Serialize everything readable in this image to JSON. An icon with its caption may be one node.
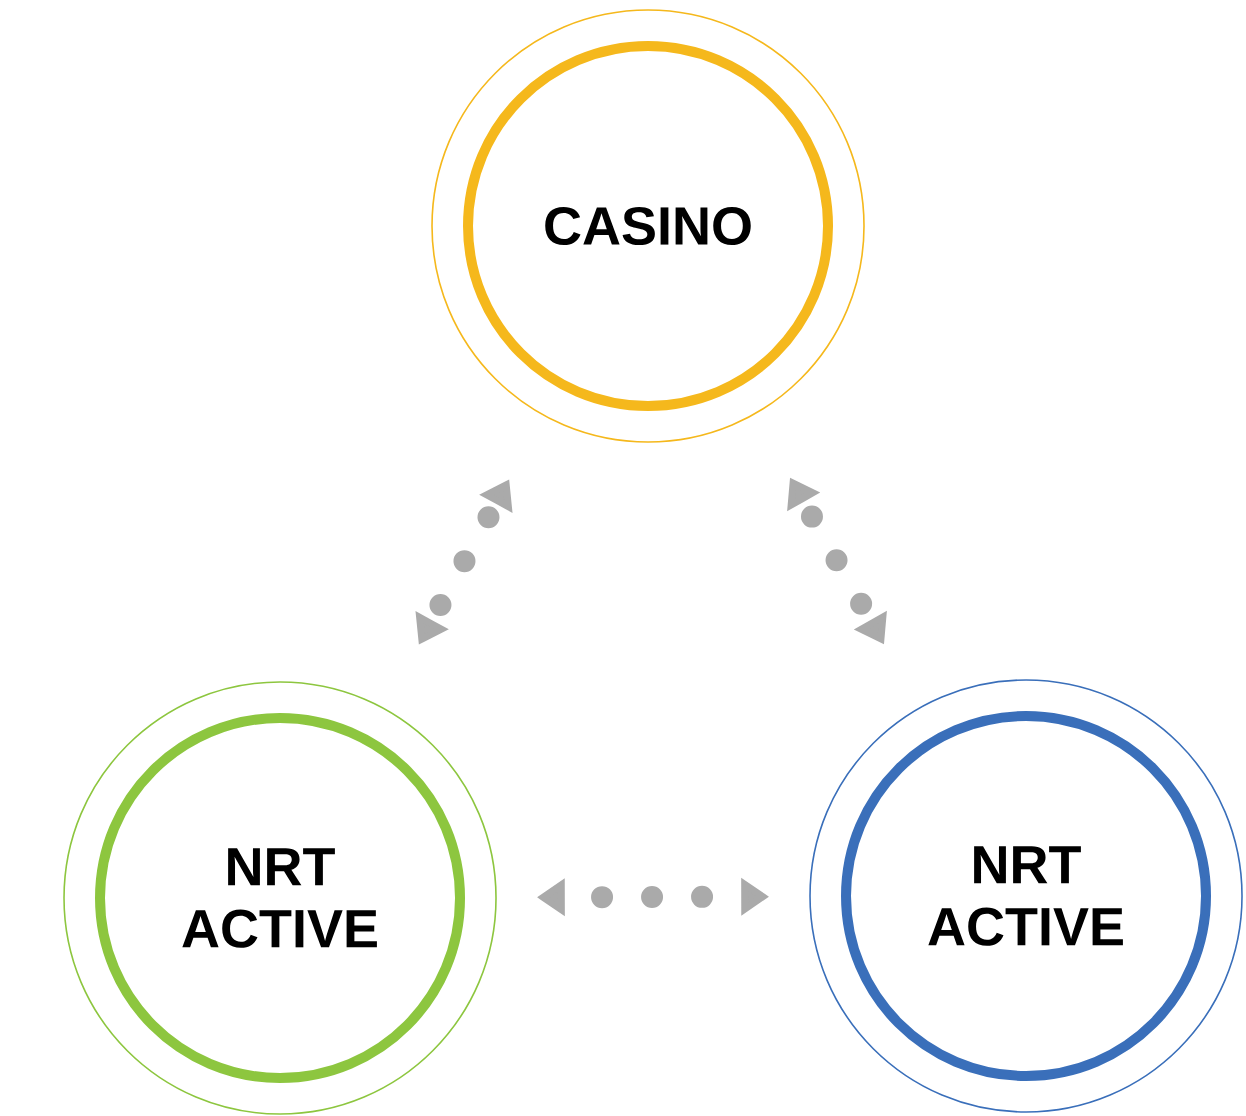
{
  "diagram": {
    "nodes": [
      {
        "text": [
          "CASINO"
        ]
      },
      {
        "text": [
          "NRT ACTIVE"
        ]
      },
      {
        "text": [
          "NRT ACTIVE"
        ]
      }
    ],
    "edges": [
      {
        "from": 0,
        "to": 1,
        "arrow": "both"
      },
      {
        "from": 0,
        "to": 2,
        "arrow": "both"
      },
      {
        "from": 1,
        "to": 2,
        "arrow": "both"
      }
    ]
  }
}
